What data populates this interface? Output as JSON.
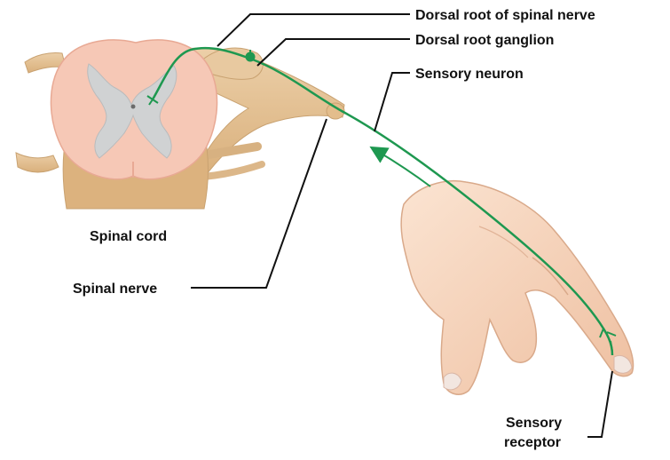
{
  "labels": {
    "dorsal_root": "Dorsal root of spinal nerve",
    "dorsal_root_ganglion": "Dorsal root ganglion",
    "sensory_neuron": "Sensory neuron",
    "spinal_cord": "Spinal cord",
    "spinal_nerve": "Spinal nerve",
    "sensory_receptor_line1": "Sensory",
    "sensory_receptor_line2": "receptor"
  },
  "colors": {
    "neuron": "#1e9850",
    "white_matter": "#f6c8b6",
    "gray_matter": "#d0d2d3",
    "nerve_tan": "#e6c79d",
    "skin": "#f7d9c2",
    "leader_line": "#111111"
  }
}
